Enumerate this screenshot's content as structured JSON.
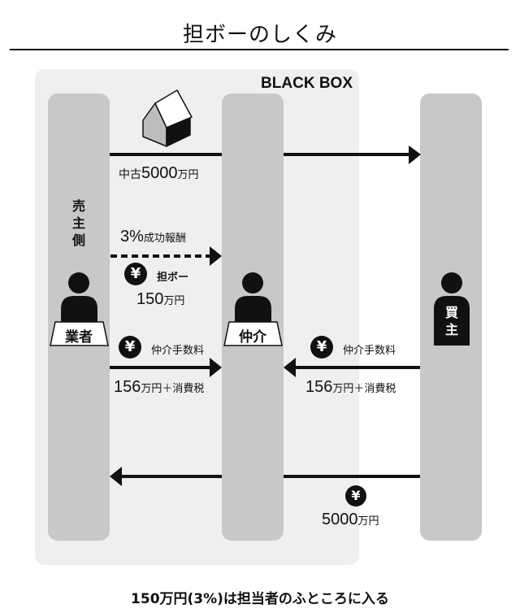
{
  "title": "担ボーのしくみ",
  "black_box_label": "BLACK BOX",
  "columns": {
    "seller": {
      "side_label": [
        "売",
        "主",
        "側"
      ],
      "desk_label": "業者"
    },
    "agent": {
      "desk_label": "仲介"
    },
    "buyer": {
      "body_label": [
        "買",
        "主"
      ]
    }
  },
  "flows": {
    "property": {
      "icon": "house-icon",
      "prefix": "中古",
      "amount": "5000",
      "unit": "万円"
    },
    "kickback": {
      "amount_label": "3%",
      "label_suffix": "成功報酬",
      "yen_label": "担ボー",
      "amount": "150",
      "unit": "万円",
      "icon": "yen-icon"
    },
    "seller_fee": {
      "label": "仲介手数料",
      "amount": "156",
      "unit": "万円",
      "tax": "＋消費税",
      "icon": "yen-icon"
    },
    "buyer_fee": {
      "label": "仲介手数料",
      "amount": "156",
      "unit": "万円",
      "tax": "＋消費税",
      "icon": "yen-icon"
    },
    "payment": {
      "amount": "5000",
      "unit": "万円",
      "icon": "yen-icon"
    }
  },
  "yen_symbol": "¥",
  "caption": "150万円(3%)は担当者のふところに入る",
  "colors": {
    "column": "#c8c8c8",
    "black_box": "#efefef",
    "ink": "#111111"
  }
}
